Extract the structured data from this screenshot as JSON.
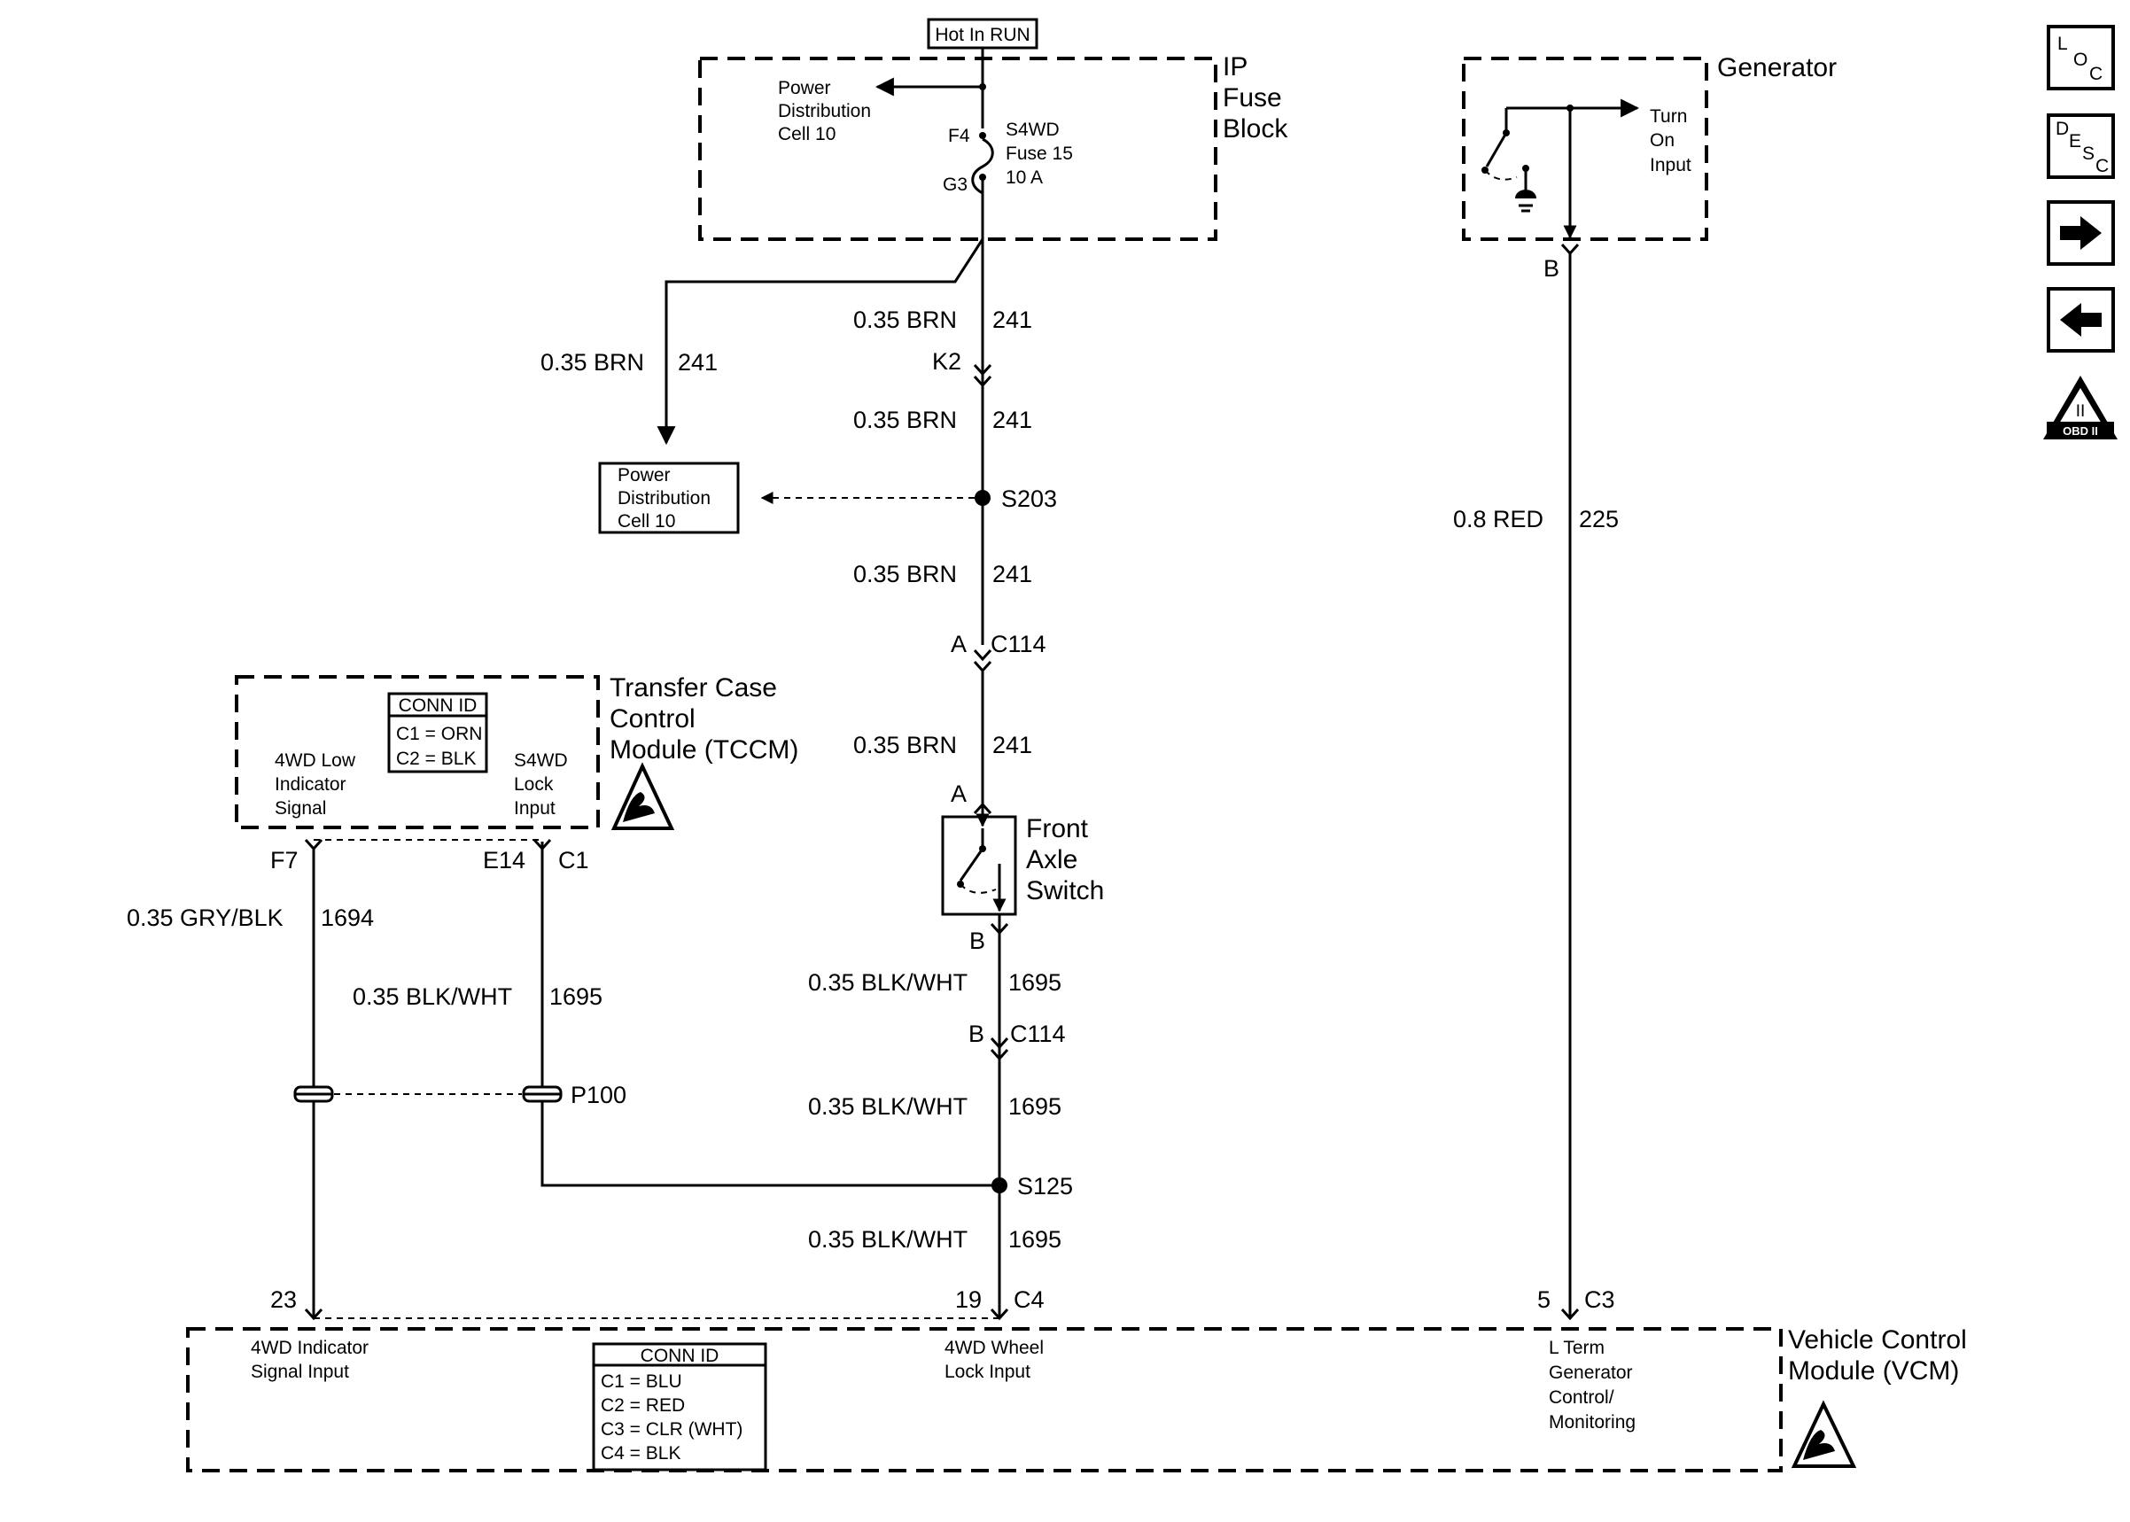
{
  "header": {
    "hot_in_run": "Hot In RUN"
  },
  "ip_fuse_block": {
    "title_1": "IP",
    "title_2": "Fuse",
    "title_3": "Block",
    "pd_label_1": "Power",
    "pd_label_2": "Distribution",
    "pd_label_3": "Cell 10",
    "pin_in": "F4",
    "pin_out": "G3",
    "fuse_1": "S4WD",
    "fuse_2": "Fuse 15",
    "fuse_3": "10 A"
  },
  "generator": {
    "title": "Generator",
    "label_1": "Turn",
    "label_2": "On",
    "label_3": "Input",
    "pin": "B"
  },
  "wires": {
    "brn_size": "0.35 BRN",
    "brn_circuit": "241",
    "red_size": "0.8 RED",
    "red_circuit": "225",
    "gry_size": "0.35 GRY/BLK",
    "gry_circuit": "1694",
    "blkwht_size": "0.35 BLK/WHT",
    "blkwht_circuit": "1695"
  },
  "connectors": {
    "k2": "K2",
    "s203": "S203",
    "c114": "C114",
    "c114_a": "A",
    "c114_b": "B",
    "s125": "S125",
    "p100": "P100"
  },
  "pd_cell_box": {
    "line_1": "Power",
    "line_2": "Distribution",
    "line_3": "Cell 10"
  },
  "tccm": {
    "title_1": "Transfer Case",
    "title_2": "Control",
    "title_3": "Module (TCCM)",
    "conn_id_title": "CONN ID",
    "conn_c1": "C1 = ORN",
    "conn_c2": "C2 = BLK",
    "sig_1": "4WD Low",
    "sig_2": "Indicator",
    "sig_3": "Signal",
    "lock_1": "S4WD",
    "lock_2": "Lock",
    "lock_3": "Input",
    "pin_f7": "F7",
    "pin_e14": "E14",
    "conn_c1_label": "C1"
  },
  "front_axle_switch": {
    "title_1": "Front",
    "title_2": "Axle",
    "title_3": "Switch",
    "pin_a": "A",
    "pin_b": "B"
  },
  "vcm": {
    "title_1": "Vehicle Control",
    "title_2": "Module (VCM)",
    "conn_id_title": "CONN ID",
    "conn_c1": "C1 = BLU",
    "conn_c2": "C2 = RED",
    "conn_c3": "C3 = CLR (WHT)",
    "conn_c4": "C4 = BLK",
    "pin_23": "23",
    "pin_19": "19",
    "pin_c4": "C4",
    "pin_5": "5",
    "pin_c3": "C3",
    "in1_1": "4WD Indicator",
    "in1_2": "Signal Input",
    "in2_1": "4WD Wheel",
    "in2_2": "Lock Input",
    "in3_1": "L Term",
    "in3_2": "Generator",
    "in3_3": "Control/",
    "in3_4": "Monitoring"
  },
  "sidebar": {
    "loc_l": "L",
    "loc_o": "O",
    "loc_c": "C",
    "desc_d": "D",
    "desc_e": "E",
    "desc_s": "S",
    "desc_c": "C",
    "obd_roman": "II",
    "obd_label": "OBD II"
  }
}
